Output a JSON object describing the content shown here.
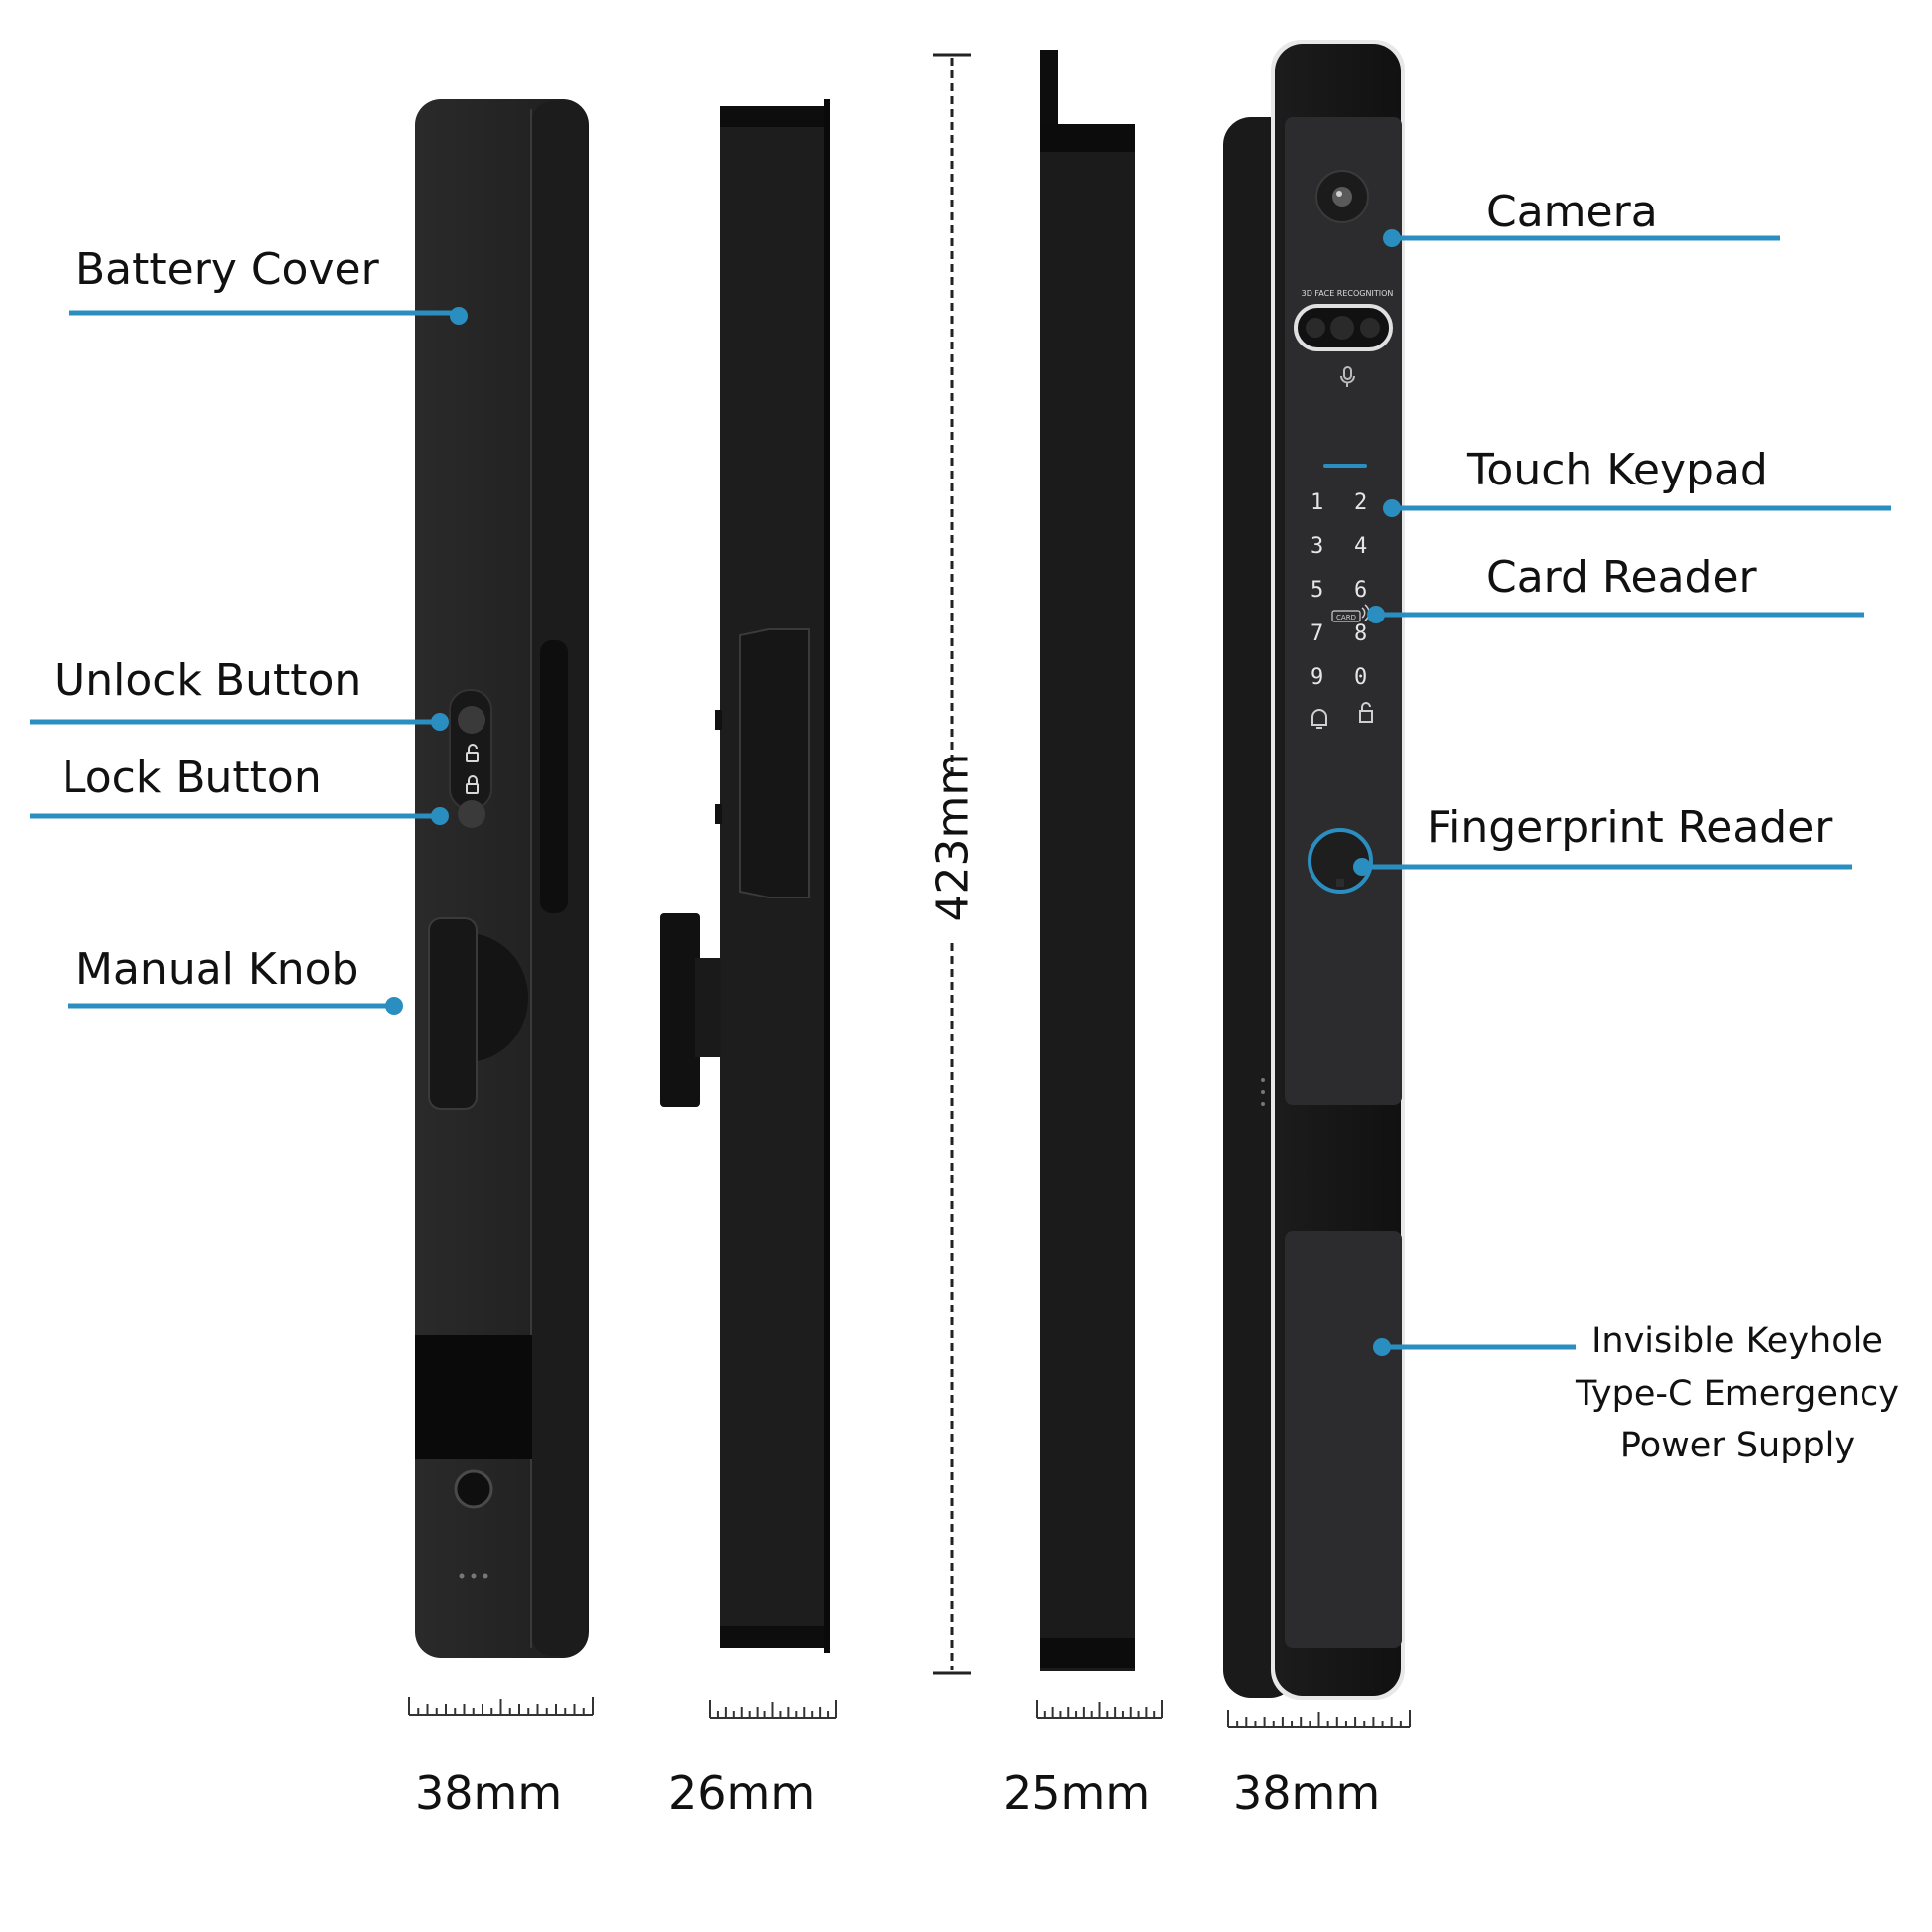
{
  "labels": {
    "battery_cover": "Battery Cover",
    "unlock_button": "Unlock Button",
    "lock_button": "Lock Button",
    "manual_knob": "Manual Knob",
    "camera": "Camera",
    "touch_keypad": "Touch Keypad",
    "card_reader": "Card Reader",
    "fingerprint_reader": "Fingerprint Reader",
    "keyhole_line1": "Invisible Keyhole",
    "keyhole_line2": "Type-C Emergency",
    "keyhole_line3": "Power Supply"
  },
  "dimensions": {
    "height": "423mm",
    "width_back": "38mm",
    "depth_left_side": "26mm",
    "depth_right_side": "25mm",
    "width_front": "38mm"
  },
  "device_text": {
    "face_recognition": "3D FACE RECOGNITION",
    "card_tag": "CARD",
    "keys": [
      "1",
      "2",
      "3",
      "4",
      "5",
      "6",
      "7",
      "8",
      "9",
      "0"
    ]
  },
  "colors": {
    "accent": "#2a8fc0",
    "device": "#1f1f1f",
    "device_dark": "#0c0c0c",
    "panel": "#2c2c2e"
  }
}
